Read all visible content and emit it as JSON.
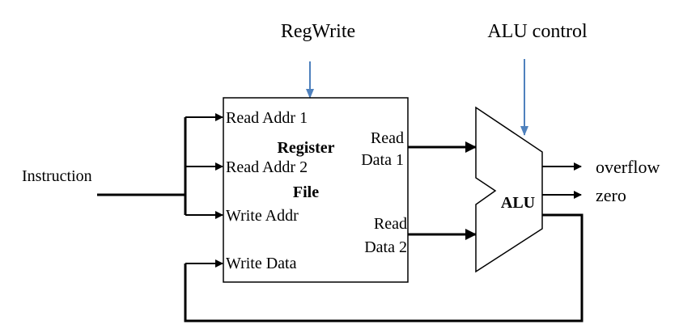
{
  "labels": {
    "reg_write": "RegWrite",
    "alu_control": "ALU control",
    "instruction": "Instruction",
    "register_line1": "Register",
    "register_line2": "File",
    "read_addr_1": "Read Addr 1",
    "read_addr_2": "Read Addr 2",
    "write_addr": "Write Addr",
    "write_data": "Write Data",
    "read_data_1_line1": "Read",
    "read_data_1_line2": "Data 1",
    "read_data_2_line1": "Read",
    "read_data_2_line2": "Data 2",
    "alu": "ALU",
    "overflow": "overflow",
    "zero": "zero"
  },
  "colors": {
    "control_arrow": "#4f81bd",
    "wire": "#000000",
    "background": "#ffffff"
  }
}
